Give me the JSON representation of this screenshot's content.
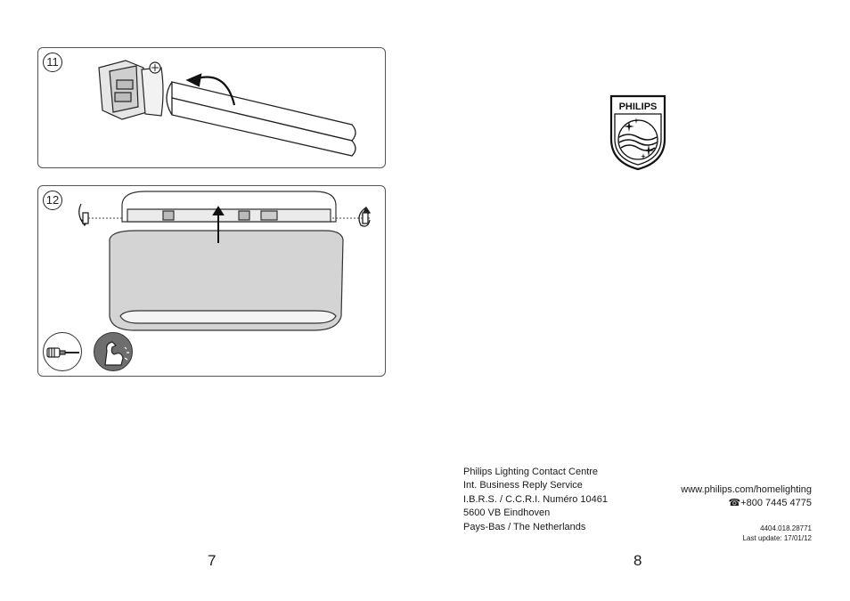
{
  "left_page": {
    "steps": [
      {
        "number": "11"
      },
      {
        "number": "12"
      }
    ],
    "page_number": "7"
  },
  "right_page": {
    "logo": {
      "brand": "PHILIPS",
      "icon": "philips-shield-logo"
    },
    "address_lines": [
      "Philips Lighting Contact Centre",
      "Int. Business Reply Service",
      "I.B.R.S. / C.C.R.I. Numéro 10461",
      "5600 VB Eindhoven",
      "Pays-Bas / The Netherlands"
    ],
    "website": "www.philips.com/homelighting",
    "phone_icon": "☎",
    "phone": "+800 7445 4775",
    "document_code": "4404.018.28771",
    "last_update": "Last update: 17/01/12",
    "page_number": "8"
  }
}
